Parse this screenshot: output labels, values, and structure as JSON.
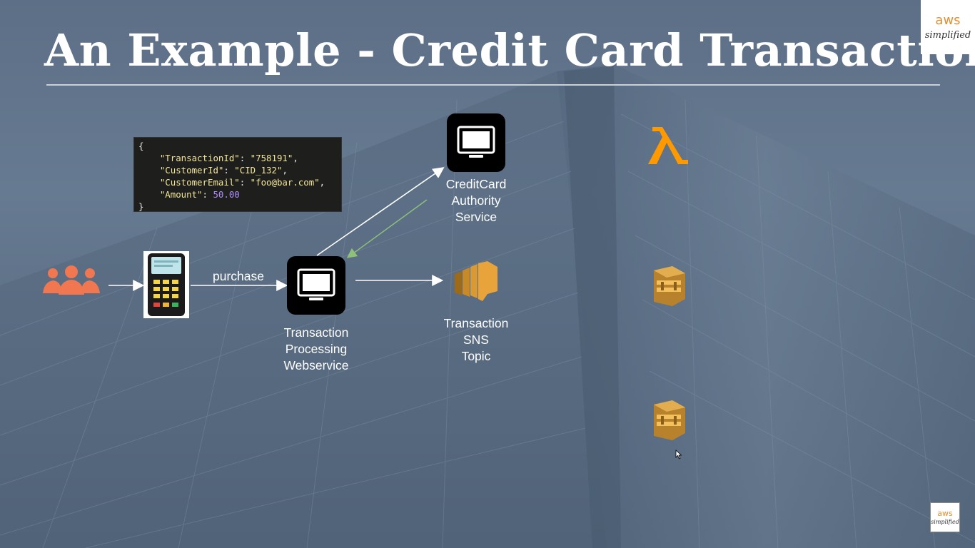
{
  "title": "An Example - Credit Card Transactions",
  "logo": {
    "brand": "aws",
    "tagline": "simplified"
  },
  "payload": {
    "open": "{",
    "close": "}",
    "fields": [
      {
        "key": "\"TransactionId\"",
        "value": "\"758191\"",
        "trail": ",",
        "kind": "str"
      },
      {
        "key": "\"CustomerId\"",
        "value": "\"CID_132\"",
        "trail": ",",
        "kind": "str"
      },
      {
        "key": "\"CustomerEmail\"",
        "value": "\"foo@bar.com\"",
        "trail": ",",
        "kind": "str"
      },
      {
        "key": "\"Amount\"",
        "value": "50.00",
        "trail": "",
        "kind": "num"
      }
    ]
  },
  "nodes": {
    "webservice": "Transaction\nProcessing\nWebservice",
    "authority": "CreditCard\nAuthority\nService",
    "sns": "Transaction\nSNS\nTopic"
  },
  "edges": {
    "purchase": "purchase"
  },
  "icons": {
    "users": "users-icon",
    "terminal": "card-terminal-icon",
    "webservice": "monitor-icon",
    "authority": "monitor-icon",
    "sns": "sns-topic-icon",
    "lambda": "lambda-icon",
    "queue1": "sqs-queue-icon",
    "queue2": "sqs-queue-icon"
  },
  "colors": {
    "aws_orange": "#ff9900",
    "user_icon": "#f0774f",
    "sns_orange": "#e8a33a",
    "sqs_gold": "#d9a441",
    "return_arrow": "#8fc07a"
  }
}
